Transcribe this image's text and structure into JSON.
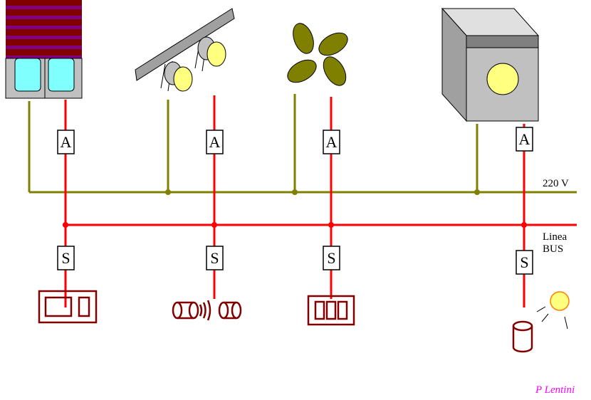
{
  "labels": {
    "power_line": "220 V",
    "bus_line_1": "Linea",
    "bus_line_2": "BUS",
    "author": "P Lentini"
  },
  "actuators": [
    {
      "label": "A",
      "device": "roller-shutter"
    },
    {
      "label": "A",
      "device": "spotlights"
    },
    {
      "label": "A",
      "device": "fan"
    },
    {
      "label": "A",
      "device": "washing-machine"
    }
  ],
  "sensors": [
    {
      "label": "S",
      "device": "wall-switch"
    },
    {
      "label": "S",
      "device": "infrared-sensor"
    },
    {
      "label": "S",
      "device": "push-button-panel"
    },
    {
      "label": "S",
      "device": "light-sensor"
    }
  ],
  "colors": {
    "power_line": "#808000",
    "bus_line": "#ff0000",
    "sensor_devices": "#800000",
    "lamp_yellow": "#ffff80",
    "appliance_gray": "#c0c0c0",
    "author": "#ff00ff"
  }
}
